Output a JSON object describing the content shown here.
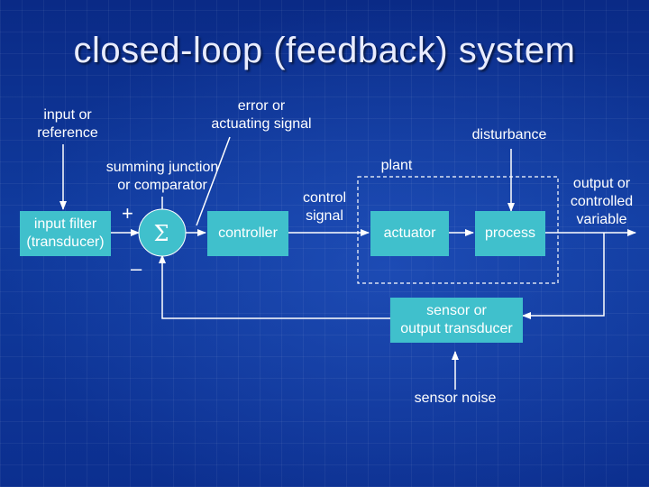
{
  "title": "closed-loop (feedback) system",
  "labels": {
    "input_reference": [
      "input or",
      "reference"
    ],
    "error_signal": [
      "error or",
      "actuating signal"
    ],
    "disturbance": "disturbance",
    "summing_junction": [
      "summing junction",
      "or comparator"
    ],
    "plant": "plant",
    "control_signal": [
      "control",
      "signal"
    ],
    "output": [
      "output or",
      "controlled",
      "variable"
    ],
    "sensor_noise": "sensor noise"
  },
  "blocks": {
    "input_filter": [
      "input filter",
      "(transducer)"
    ],
    "summer_symbol": "Σ",
    "controller": "controller",
    "actuator": "actuator",
    "process": "process",
    "sensor": [
      "sensor or",
      "output transducer"
    ]
  },
  "signs": {
    "plus": "+",
    "minus": "–"
  },
  "colors": {
    "block_fill": "#40c0cc",
    "wire": "#ffffff",
    "background": "#0d2f8c"
  }
}
